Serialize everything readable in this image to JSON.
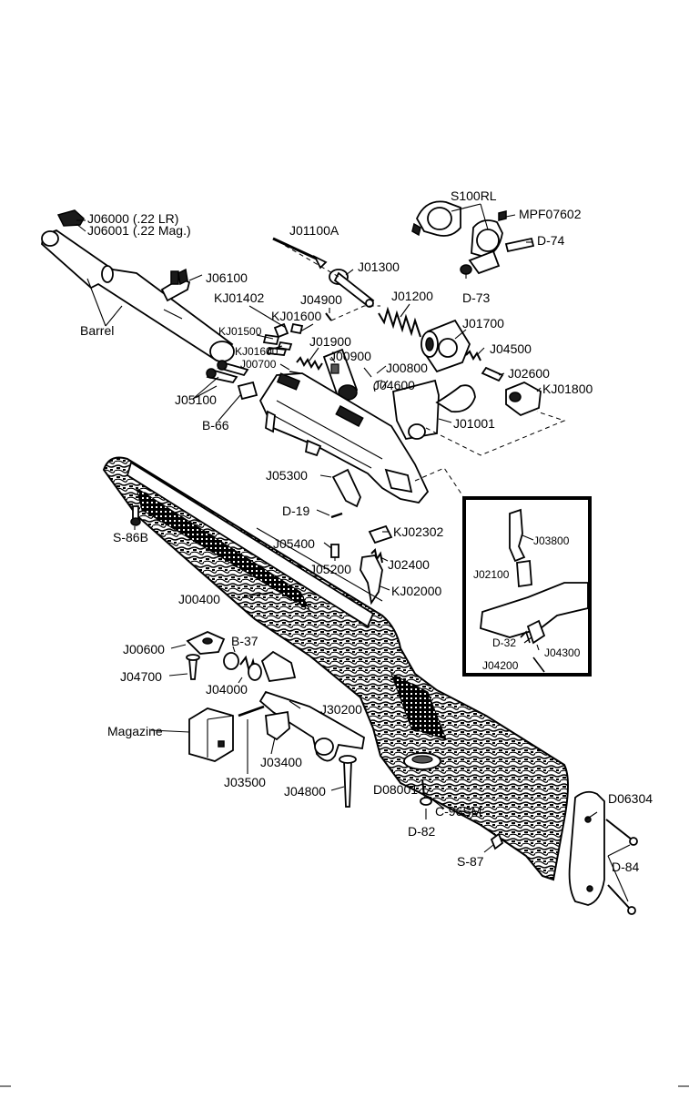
{
  "labels": {
    "j06000": "J06000 (.22 LR)",
    "j06001": "J06001 (.22 Mag.)",
    "j01100a": "J01100A",
    "s100rl": "S100RL",
    "mpf07602": "MPF07602",
    "d74": "D-74",
    "j06100": "J06100",
    "j01300": "J01300",
    "kj01402": "KJ01402",
    "j04900": "J04900",
    "j01200": "J01200",
    "d73": "D-73",
    "barrel": "Barrel",
    "kj01600a": "KJ01600",
    "kj01500": "KJ01500",
    "j01900": "J01900",
    "j01700": "J01700",
    "kj01600b": "KJ01600",
    "j00900": "J00900",
    "j04500": "J04500",
    "j00700": "J00700",
    "j00800": "J00800",
    "j02600": "J02600",
    "j04600": "J04600",
    "kj01800": "KJ01800",
    "j05100": "J05100",
    "b66": "B-66",
    "j01001": "J01001",
    "j05300": "J05300",
    "d19": "D-19",
    "s86b": "S-86B",
    "kj02302": "KJ02302",
    "j03800": "J03800",
    "j05400": "J05400",
    "j02100": "J02100",
    "j05200": "J05200",
    "j02400": "J02400",
    "kj02000": "KJ02000",
    "j00400": "J00400",
    "d32": "D-32",
    "j04300": "J04300",
    "j04200": "J04200",
    "j00600": "J00600",
    "b37": "B-37",
    "j04700": "J04700",
    "j04000": "J04000",
    "j30200": "J30200",
    "magazine": "Magazine",
    "j03400": "J03400",
    "j03500": "J03500",
    "j04800": "J04800",
    "d08001": "D08001",
    "c96sm": "C-96SM",
    "d06304": "D06304",
    "d82": "D-82",
    "s87": "S-87",
    "d84": "D-84"
  },
  "icons": {
    "barrel": "barrel-icon",
    "stock": "stock-icon",
    "receiver": "receiver-icon",
    "bolt": "bolt-icon",
    "scope-ring": "scope-ring-icon",
    "magazine": "magazine-icon",
    "trigger-guard": "trigger-guard-icon",
    "butt-plate": "butt-plate-icon",
    "screw": "screw-icon",
    "spring": "spring-icon"
  }
}
